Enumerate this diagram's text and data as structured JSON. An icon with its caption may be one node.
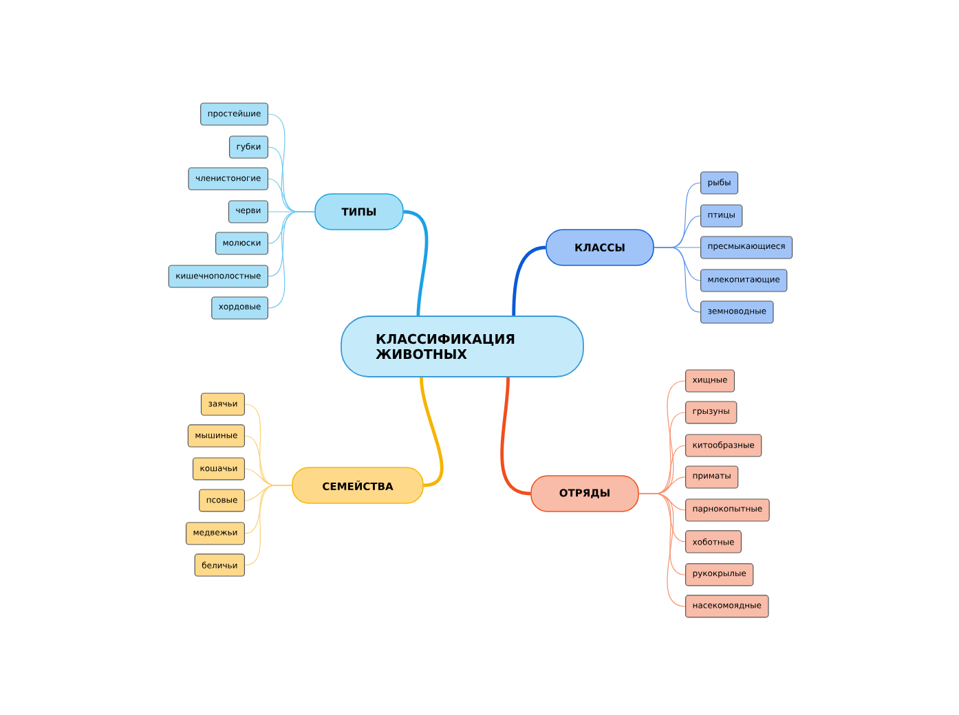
{
  "diagram": {
    "nodes": [
      {
        "text": [
          "КЛАССИФИКАЦИЯ ЖИВОТНЫХ"
        ]
      },
      {
        "text": [
          "ТИПЫ"
        ]
      },
      {
        "text": [
          "простейшие"
        ]
      },
      {
        "text": [
          "губки"
        ]
      },
      {
        "text": [
          "членистоногие"
        ]
      },
      {
        "text": [
          "черви"
        ]
      },
      {
        "text": [
          "молюски"
        ]
      },
      {
        "text": [
          "кишечнополостные"
        ]
      },
      {
        "text": [
          "хордовые"
        ]
      },
      {
        "text": [
          "КЛАССЫ"
        ]
      },
      {
        "text": [
          "рыбы"
        ]
      },
      {
        "text": [
          "птицы"
        ]
      },
      {
        "text": [
          "пресмыкающиеся"
        ]
      },
      {
        "text": [
          "млекопитающие"
        ]
      },
      {
        "text": [
          "земноводные"
        ]
      },
      {
        "text": [
          "СЕМЕЙСТВА"
        ]
      },
      {
        "text": [
          "заячьи"
        ]
      },
      {
        "text": [
          "мышиные"
        ]
      },
      {
        "text": [
          "кошачьи"
        ]
      },
      {
        "text": [
          "псовые"
        ]
      },
      {
        "text": [
          "медвежьи"
        ]
      },
      {
        "text": [
          "беличьи"
        ]
      },
      {
        "text": [
          "ОТРЯДЫ"
        ]
      },
      {
        "text": [
          "хищные"
        ]
      },
      {
        "text": [
          "грызуны"
        ]
      },
      {
        "text": [
          "китообразные"
        ]
      },
      {
        "text": [
          "приматы"
        ]
      },
      {
        "text": [
          "парнокопытные"
        ]
      },
      {
        "text": [
          "хоботные"
        ]
      },
      {
        "text": [
          "рукокрылые"
        ]
      },
      {
        "text": [
          "насекомоядные"
        ]
      }
    ],
    "edges": [
      {
        "from": 0,
        "to": 1,
        "arrow": "none",
        "style": "thick",
        "color": "#1ca0e6"
      },
      {
        "from": 1,
        "to": 2,
        "arrow": "none",
        "color": "#6cc8f0"
      },
      {
        "from": 1,
        "to": 3,
        "arrow": "none",
        "color": "#6cc8f0"
      },
      {
        "from": 1,
        "to": 4,
        "arrow": "none",
        "color": "#6cc8f0"
      },
      {
        "from": 1,
        "to": 5,
        "arrow": "none",
        "color": "#6cc8f0"
      },
      {
        "from": 1,
        "to": 6,
        "arrow": "none",
        "color": "#6cc8f0"
      },
      {
        "from": 1,
        "to": 7,
        "arrow": "none",
        "color": "#6cc8f0"
      },
      {
        "from": 1,
        "to": 8,
        "arrow": "none",
        "color": "#6cc8f0"
      },
      {
        "from": 0,
        "to": 9,
        "arrow": "none",
        "style": "thick",
        "color": "#0a5ad6"
      },
      {
        "from": 9,
        "to": 10,
        "arrow": "none",
        "color": "#5c92e8"
      },
      {
        "from": 9,
        "to": 11,
        "arrow": "none",
        "color": "#5c92e8"
      },
      {
        "from": 9,
        "to": 12,
        "arrow": "none",
        "color": "#5c92e8"
      },
      {
        "from": 9,
        "to": 13,
        "arrow": "none",
        "color": "#5c92e8"
      },
      {
        "from": 9,
        "to": 14,
        "arrow": "none",
        "color": "#5c92e8"
      },
      {
        "from": 0,
        "to": 15,
        "arrow": "none",
        "style": "thick",
        "color": "#f5b400"
      },
      {
        "from": 15,
        "to": 16,
        "arrow": "none",
        "color": "#fbd070"
      },
      {
        "from": 15,
        "to": 17,
        "arrow": "none",
        "color": "#fbd070"
      },
      {
        "from": 15,
        "to": 18,
        "arrow": "none",
        "color": "#fbd070"
      },
      {
        "from": 15,
        "to": 19,
        "arrow": "none",
        "color": "#fbd070"
      },
      {
        "from": 15,
        "to": 20,
        "arrow": "none",
        "color": "#fbd070"
      },
      {
        "from": 15,
        "to": 21,
        "arrow": "none",
        "color": "#fbd070"
      },
      {
        "from": 0,
        "to": 22,
        "arrow": "none",
        "style": "thick",
        "color": "#f04e1e"
      },
      {
        "from": 22,
        "to": 23,
        "arrow": "none",
        "color": "#f8906c"
      },
      {
        "from": 22,
        "to": 24,
        "arrow": "none",
        "color": "#f8906c"
      },
      {
        "from": 22,
        "to": 25,
        "arrow": "none",
        "color": "#f8906c"
      },
      {
        "from": 22,
        "to": 26,
        "arrow": "none",
        "color": "#f8906c"
      },
      {
        "from": 22,
        "to": 27,
        "arrow": "none",
        "color": "#f8906c"
      },
      {
        "from": 22,
        "to": 28,
        "arrow": "none",
        "color": "#f8906c"
      },
      {
        "from": 22,
        "to": 29,
        "arrow": "none",
        "color": "#f8906c"
      },
      {
        "from": 22,
        "to": 30,
        "arrow": "none",
        "color": "#f8906c"
      }
    ]
  }
}
